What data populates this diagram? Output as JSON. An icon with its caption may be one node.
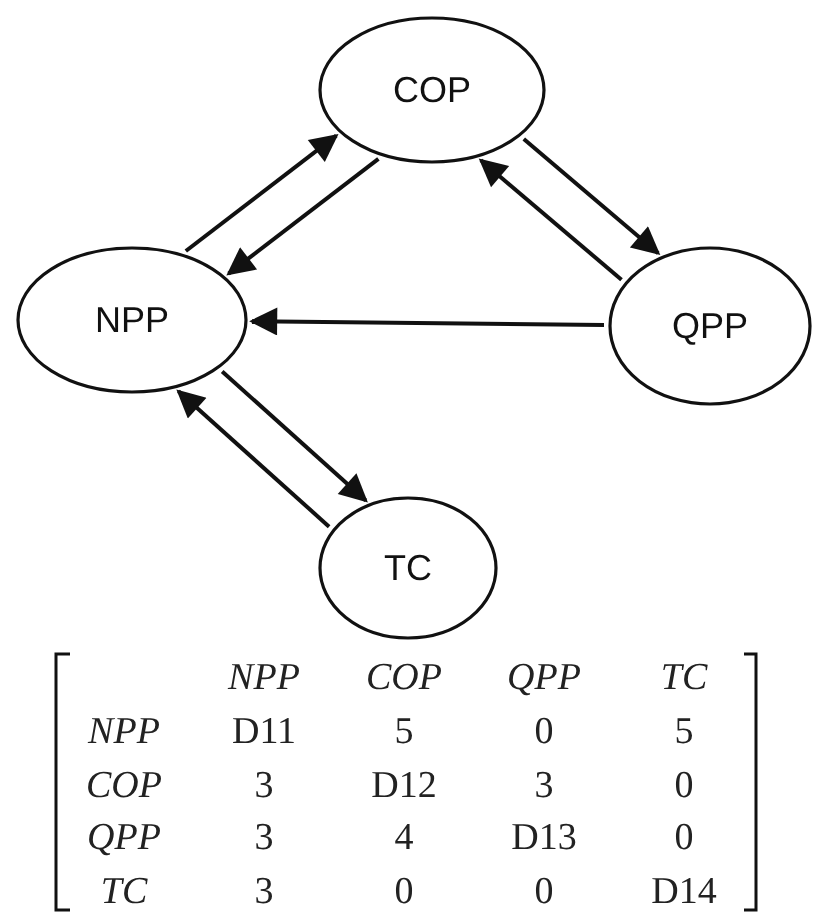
{
  "diagram": {
    "nodes": [
      {
        "text": [
          "COP"
        ]
      },
      {
        "text": [
          "NPP"
        ]
      },
      {
        "text": [
          "QPP"
        ]
      },
      {
        "text": [
          "TC"
        ]
      }
    ],
    "edges": [
      {
        "from": 1,
        "to": 0,
        "arrow": "to"
      },
      {
        "from": 0,
        "to": 1,
        "arrow": "to"
      },
      {
        "from": 0,
        "to": 2,
        "arrow": "to"
      },
      {
        "from": 2,
        "to": 0,
        "arrow": "to"
      },
      {
        "from": 2,
        "to": 1,
        "arrow": "to"
      },
      {
        "from": 1,
        "to": 3,
        "arrow": "to"
      },
      {
        "from": 3,
        "to": 1,
        "arrow": "to"
      }
    ],
    "labels": [
      "NPP",
      "COP",
      "QPP",
      "TC",
      "NPP",
      "D11",
      "5",
      "0",
      "5",
      "COP",
      "3",
      "D12",
      "3",
      "0",
      "QPP",
      "3",
      "4",
      "D13",
      "0",
      "TC",
      "3",
      "0",
      "0",
      "D14"
    ]
  }
}
